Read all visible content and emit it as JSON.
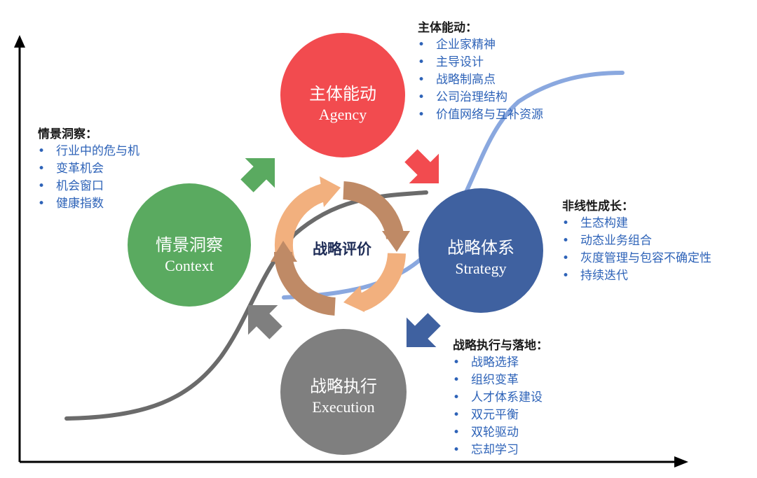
{
  "nodes": {
    "agency": {
      "zh": "主体能动",
      "en": "Agency",
      "color": "#f24b4f"
    },
    "context": {
      "zh": "情景洞察",
      "en": "Context",
      "color": "#5aaa60"
    },
    "strategy": {
      "zh": "战略体系",
      "en": "Strategy",
      "color": "#3f61a0"
    },
    "execution": {
      "zh": "战略执行",
      "en": "Execution",
      "color": "#7f7f7f"
    }
  },
  "center": {
    "label": "战略评价"
  },
  "blocks": {
    "agency": {
      "title": "主体能动：",
      "items": [
        "企业家精神",
        "主导设计",
        "战略制高点",
        "公司治理结构",
        "价值网络与互补资源"
      ]
    },
    "context": {
      "title": "情景洞察：",
      "items": [
        "行业中的危与机",
        "变革机会",
        "机会窗口",
        "健康指数"
      ]
    },
    "strategy": {
      "title": "非线性成长：",
      "items": [
        "生态构建",
        "动态业务组合",
        "灰度管理与包容不确定性",
        "持续迭代"
      ]
    },
    "execution": {
      "title": "战略执行与落地：",
      "items": [
        "战略选择",
        "组织变革",
        "人才体系建设",
        "双元平衡",
        "双轮驱动",
        "忘却学习"
      ]
    }
  },
  "bullet": "•",
  "colors": {
    "curve_dark": "#6b6b6b",
    "curve_light": "#8aa8df",
    "ring_light": "#f2b07e",
    "ring_dark": "#bf8a66",
    "bullet_text": "#2e63b8"
  }
}
